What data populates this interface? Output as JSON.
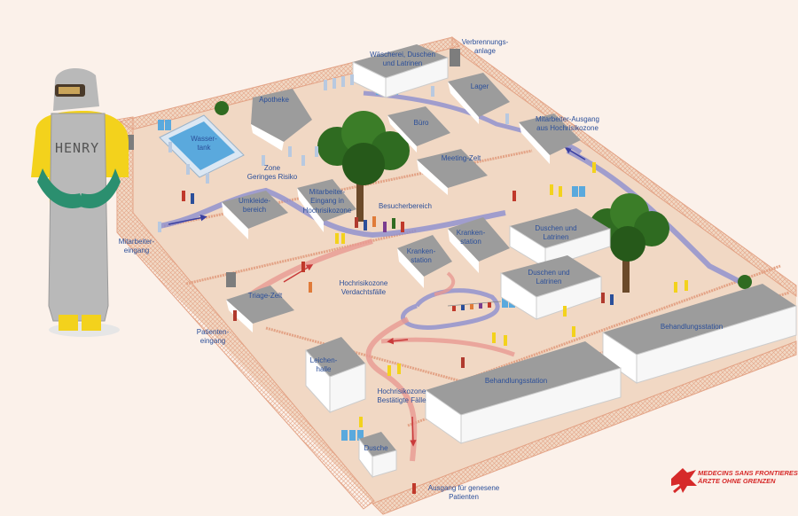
{
  "figure": {
    "person_name": "HENRY",
    "labels": {
      "waescherei": [
        "Wäscherei, Duschen",
        "und Latrinen"
      ],
      "verbrennung": [
        "Verbrennungs-",
        "anlage"
      ],
      "apotheke": [
        "Apotheke"
      ],
      "lager": [
        "Lager"
      ],
      "wassertank": [
        "Wasser-",
        "tank"
      ],
      "buero": [
        "Büro"
      ],
      "ma_ausgang": [
        "Mitarbeiter-Ausgang",
        "aus Hochrisikozone"
      ],
      "zone_gering": [
        "Zone",
        "Geringes Risiko"
      ],
      "meeting": [
        "Meeting-Zelt"
      ],
      "umkleide": [
        "Umkleide-",
        "bereich"
      ],
      "ma_eingang_hr": [
        "Mitarbeiter-",
        "Eingang in",
        "Hochrisikozone"
      ],
      "besucher": [
        "Besucherbereich"
      ],
      "krankenstation1": [
        "Kranken-",
        "station"
      ],
      "krankenstation2": [
        "Kranken-",
        "station"
      ],
      "duschen1": [
        "Duschen und",
        "Latrinen"
      ],
      "duschen2": [
        "Duschen und",
        "Latrinen"
      ],
      "ma_eingang": [
        "Mitarbeiter-",
        "eingang"
      ],
      "hochrisiko_verdacht": [
        "Hochrisikozone",
        "Verdachtsfälle"
      ],
      "triage": [
        "Triage-Zelt"
      ],
      "behandlung_right": [
        "Behandlungsstation"
      ],
      "patienteneingang": [
        "Patienten-",
        "eingang"
      ],
      "leichenhalle": [
        "Leichen-",
        "halle"
      ],
      "behandlung_center": [
        "Behandlungsstation"
      ],
      "hochrisiko_bestaetigt": [
        "Hochrisikozone",
        "Bestätigte Fälle"
      ],
      "dusche": [
        "Dusche"
      ],
      "ausgang_genesen": [
        "Ausgang für genesene",
        "Patienten"
      ]
    },
    "logo": [
      "MEDECINS SANS FRONTIERES",
      "ÄRZTE OHNE GRENZEN"
    ],
    "colors": {
      "background": "#fbf1ea",
      "ground": "#f1d8c4",
      "fence": "#e3a386",
      "building_roof": "#9c9c9c",
      "building_wall": "#ffffff",
      "text": "#2b4f9a",
      "path_staff": "#8c8fd0",
      "path_patient": "#e89a92",
      "tree": "#2f6b21",
      "water": "#5aa9dd",
      "suit_grey": "#b9b9b9",
      "suit_yellow": "#f3d21c",
      "glove_green": "#2b8f6f",
      "msf_red": "#d62a2a"
    }
  }
}
